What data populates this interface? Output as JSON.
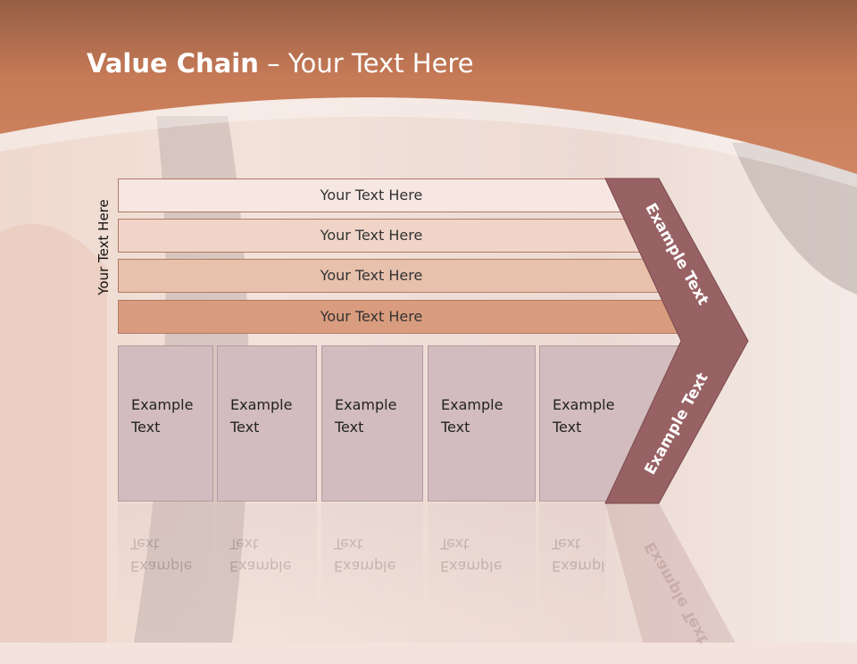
{
  "slide": {
    "title_bold": "Value Chain",
    "title_rest": " – Your Text Here",
    "side_label": "Your Text Here"
  },
  "rows": [
    {
      "label": "Your Text Here",
      "fill": "#f6e7e2"
    },
    {
      "label": "Your Text Here",
      "fill": "#f0d4c8"
    },
    {
      "label": "Your Text Here",
      "fill": "#e8c1ad"
    },
    {
      "label": "Your Text Here",
      "fill": "#da9c7e"
    }
  ],
  "columns": [
    {
      "label": "Example\nText"
    },
    {
      "label": "Example\nText"
    },
    {
      "label": "Example\nText"
    },
    {
      "label": "Example\nText"
    },
    {
      "label": "Example\nText"
    }
  ],
  "chevron": {
    "top_label": "Example Text",
    "bottom_label": "Example Text",
    "fill": "#986163"
  },
  "colors": {
    "header": "#c3734e",
    "accent": "#986163",
    "column_fill": "#d2bcbf"
  }
}
